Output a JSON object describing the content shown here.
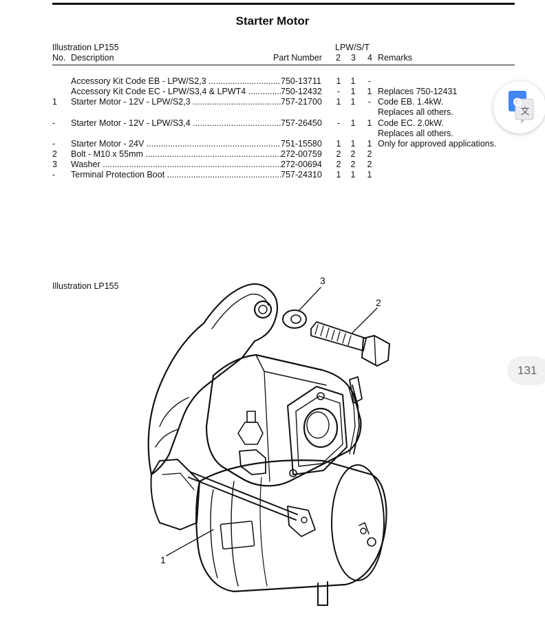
{
  "page": {
    "title": "Starter Motor",
    "page_number": "131"
  },
  "table_header": {
    "illustration": "Illustration LP155",
    "no": "No.",
    "description": "Description",
    "part_number": "Part Number",
    "group": "LPW/S/T",
    "q2": "2",
    "q3": "3",
    "q4": "4",
    "remarks": "Remarks"
  },
  "rows": [
    {
      "no": "",
      "desc": "Accessory Kit Code EB - LPW/S2,3",
      "pn": "750-13711",
      "q2": "1",
      "q3": "1",
      "q4": "-",
      "rem": "",
      "rem2": ""
    },
    {
      "no": "",
      "desc": "Accessory Kit Code EC - LPW/S3,4 & LPWT4",
      "pn": "750-12432",
      "q2": "-",
      "q3": "1",
      "q4": "1",
      "rem": "Replaces 750-12431",
      "rem2": ""
    },
    {
      "no": "1",
      "desc": "Starter Motor - 12V - LPW/S2,3",
      "pn": "757-21700",
      "q2": "1",
      "q3": "1",
      "q4": "-",
      "rem": "Code EB. 1.4kW.",
      "rem2": "Replaces all others."
    },
    {
      "no": "-",
      "desc": "Starter Motor - 12V - LPW/S3,4",
      "pn": "757-26450",
      "q2": "-",
      "q3": "1",
      "q4": "1",
      "rem": "Code EC. 2.0kW.",
      "rem2": "Replaces all others."
    },
    {
      "no": "-",
      "desc": "Starter Motor - 24V",
      "pn": "751-15580",
      "q2": "1",
      "q3": "1",
      "q4": "1",
      "rem": "Only for approved applications.",
      "rem2": ""
    },
    {
      "no": "2",
      "desc": "Bolt - M10 x 55mm",
      "pn": "272-00759",
      "q2": "2",
      "q3": "2",
      "q4": "2",
      "rem": "",
      "rem2": ""
    },
    {
      "no": "3",
      "desc": "Washer",
      "pn": "272-00694",
      "q2": "2",
      "q3": "2",
      "q4": "2",
      "rem": "",
      "rem2": ""
    },
    {
      "no": "-",
      "desc": "Terminal Protection Boot",
      "pn": "757-24310",
      "q2": "1",
      "q3": "1",
      "q4": "1",
      "rem": "",
      "rem2": ""
    }
  ],
  "illustration": {
    "label": "Illustration LP155",
    "callouts": {
      "c1": "1",
      "c2": "2",
      "c3": "3"
    }
  },
  "google_translate": {
    "icon": "google-translate-icon",
    "letter": "G",
    "glyph": "文"
  }
}
